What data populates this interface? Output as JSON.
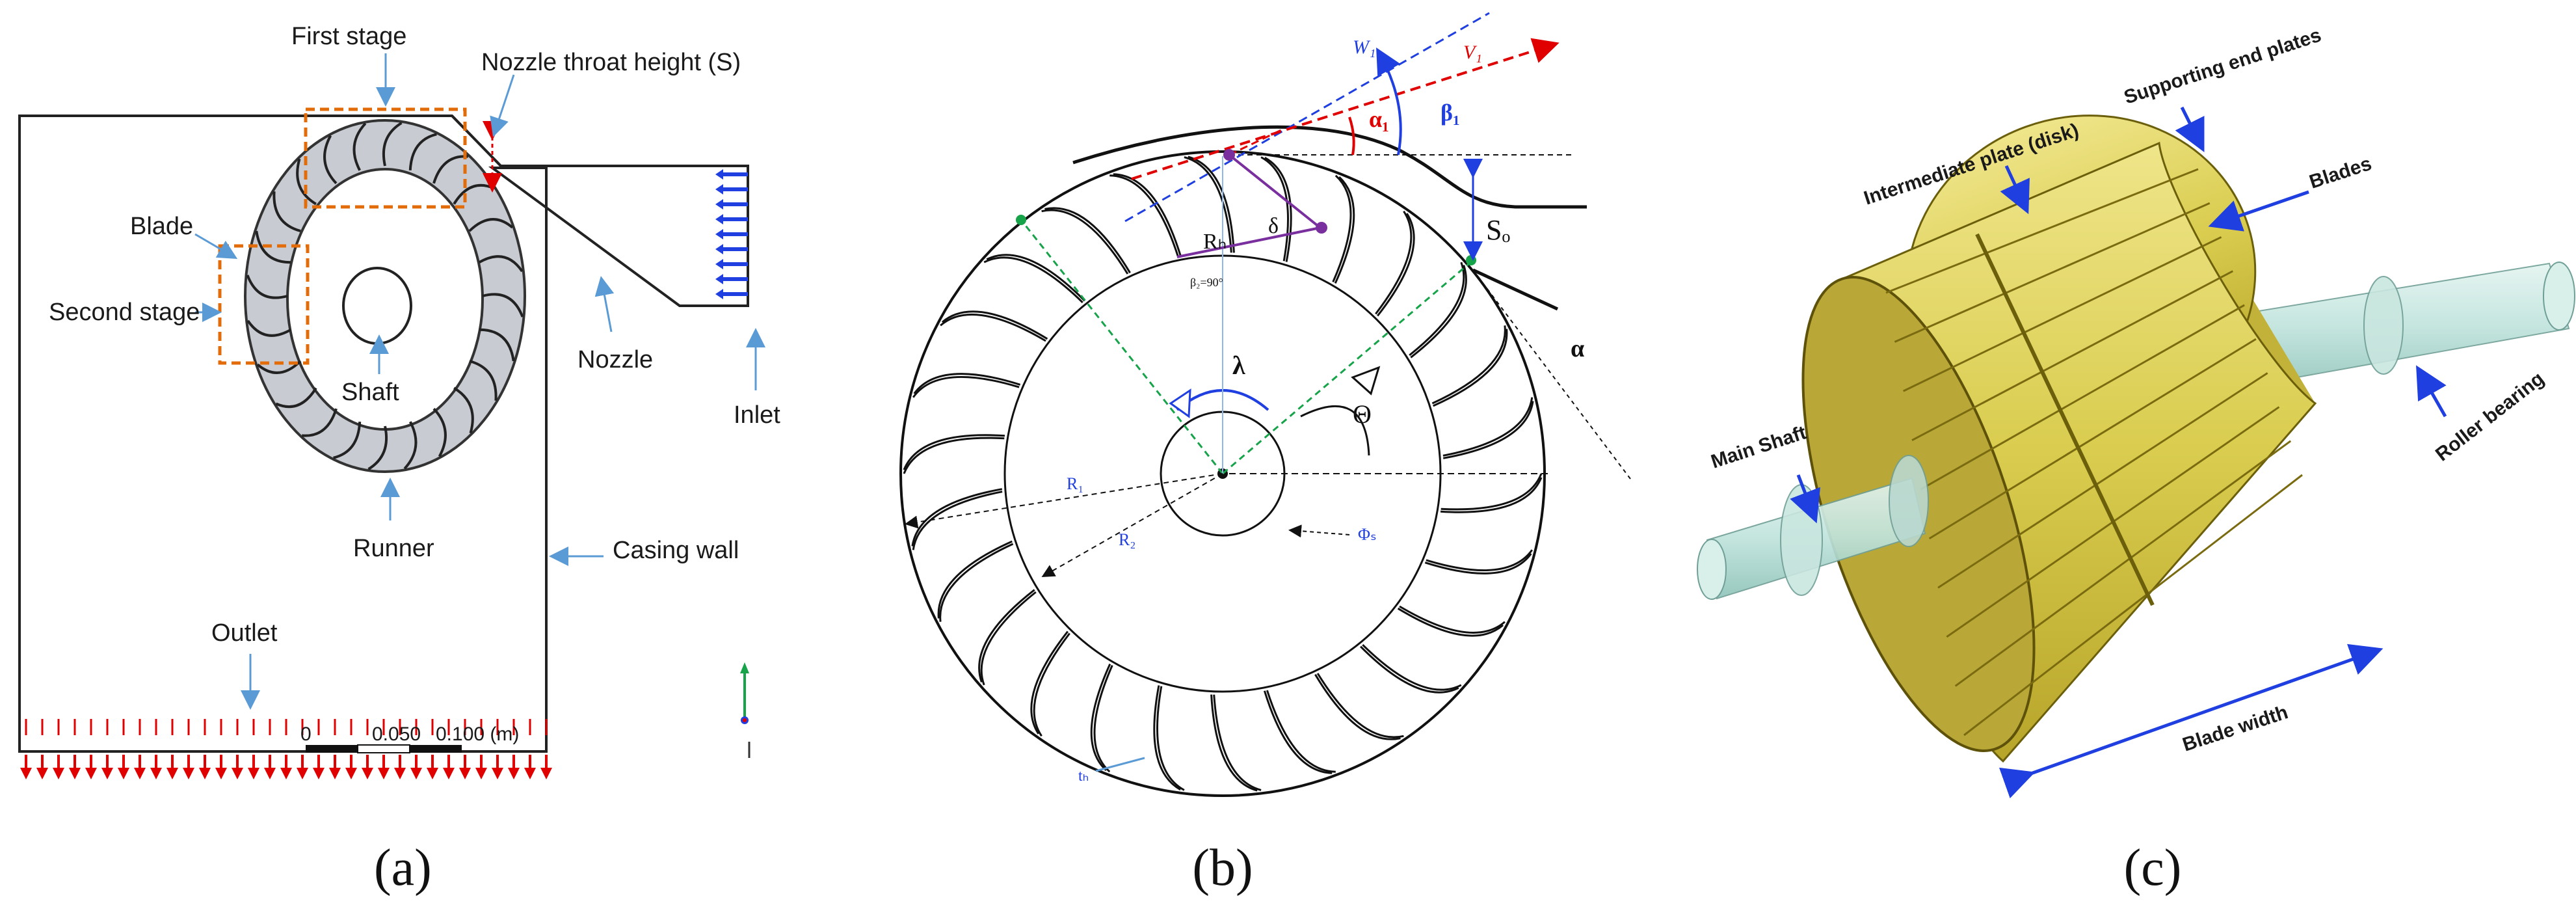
{
  "panel_a": {
    "caption": "(a)",
    "labels": {
      "first_stage": "First stage",
      "nozzle_throat": "Nozzle throat height (S)",
      "blade": "Blade",
      "second_stage": "Second stage",
      "nozzle": "Nozzle",
      "shaft": "Shaft",
      "inlet": "Inlet",
      "runner": "Runner",
      "casing_wall": "Casing wall",
      "outlet": "Outlet"
    },
    "scale_bar": {
      "left": "0",
      "mid": "0.050",
      "right": "0.100 (m)"
    }
  },
  "panel_b": {
    "caption": "(b)",
    "symbols": {
      "w1": "W₁",
      "v1": "V₁",
      "alpha1": "α₁",
      "beta1": "β₁",
      "delta": "δ",
      "rb": "Rₕ",
      "b2": "β₂=90°",
      "so": "Sₒ",
      "alpha": "α",
      "lambda": "λ",
      "theta": "Θ",
      "r1": "R₁",
      "r2": "R₂",
      "phi": "Φₛ",
      "tb": "tₕ"
    }
  },
  "panel_c": {
    "caption": "(c)",
    "labels": {
      "intermediate_plate": "Intermediate plate (disk)",
      "supporting_end_plates": "Supporting end plates",
      "blades": "Blades",
      "main_shaft": "Main Shaft",
      "roller_bearing": "Roller bearing",
      "blade_width": "Blade width"
    }
  },
  "colors": {
    "leader": "#5b9bd5",
    "orange_box": "#e36c0a",
    "red_arrow": "#e00000",
    "blue_arrow": "#0000e0",
    "runner_fill": "#c8ccd2",
    "gold_light": "#e3d86a",
    "gold_dark": "#8a7a12",
    "shaft": "#bfe3dc",
    "purple": "#7a2f9e",
    "green": "#16a34a"
  }
}
